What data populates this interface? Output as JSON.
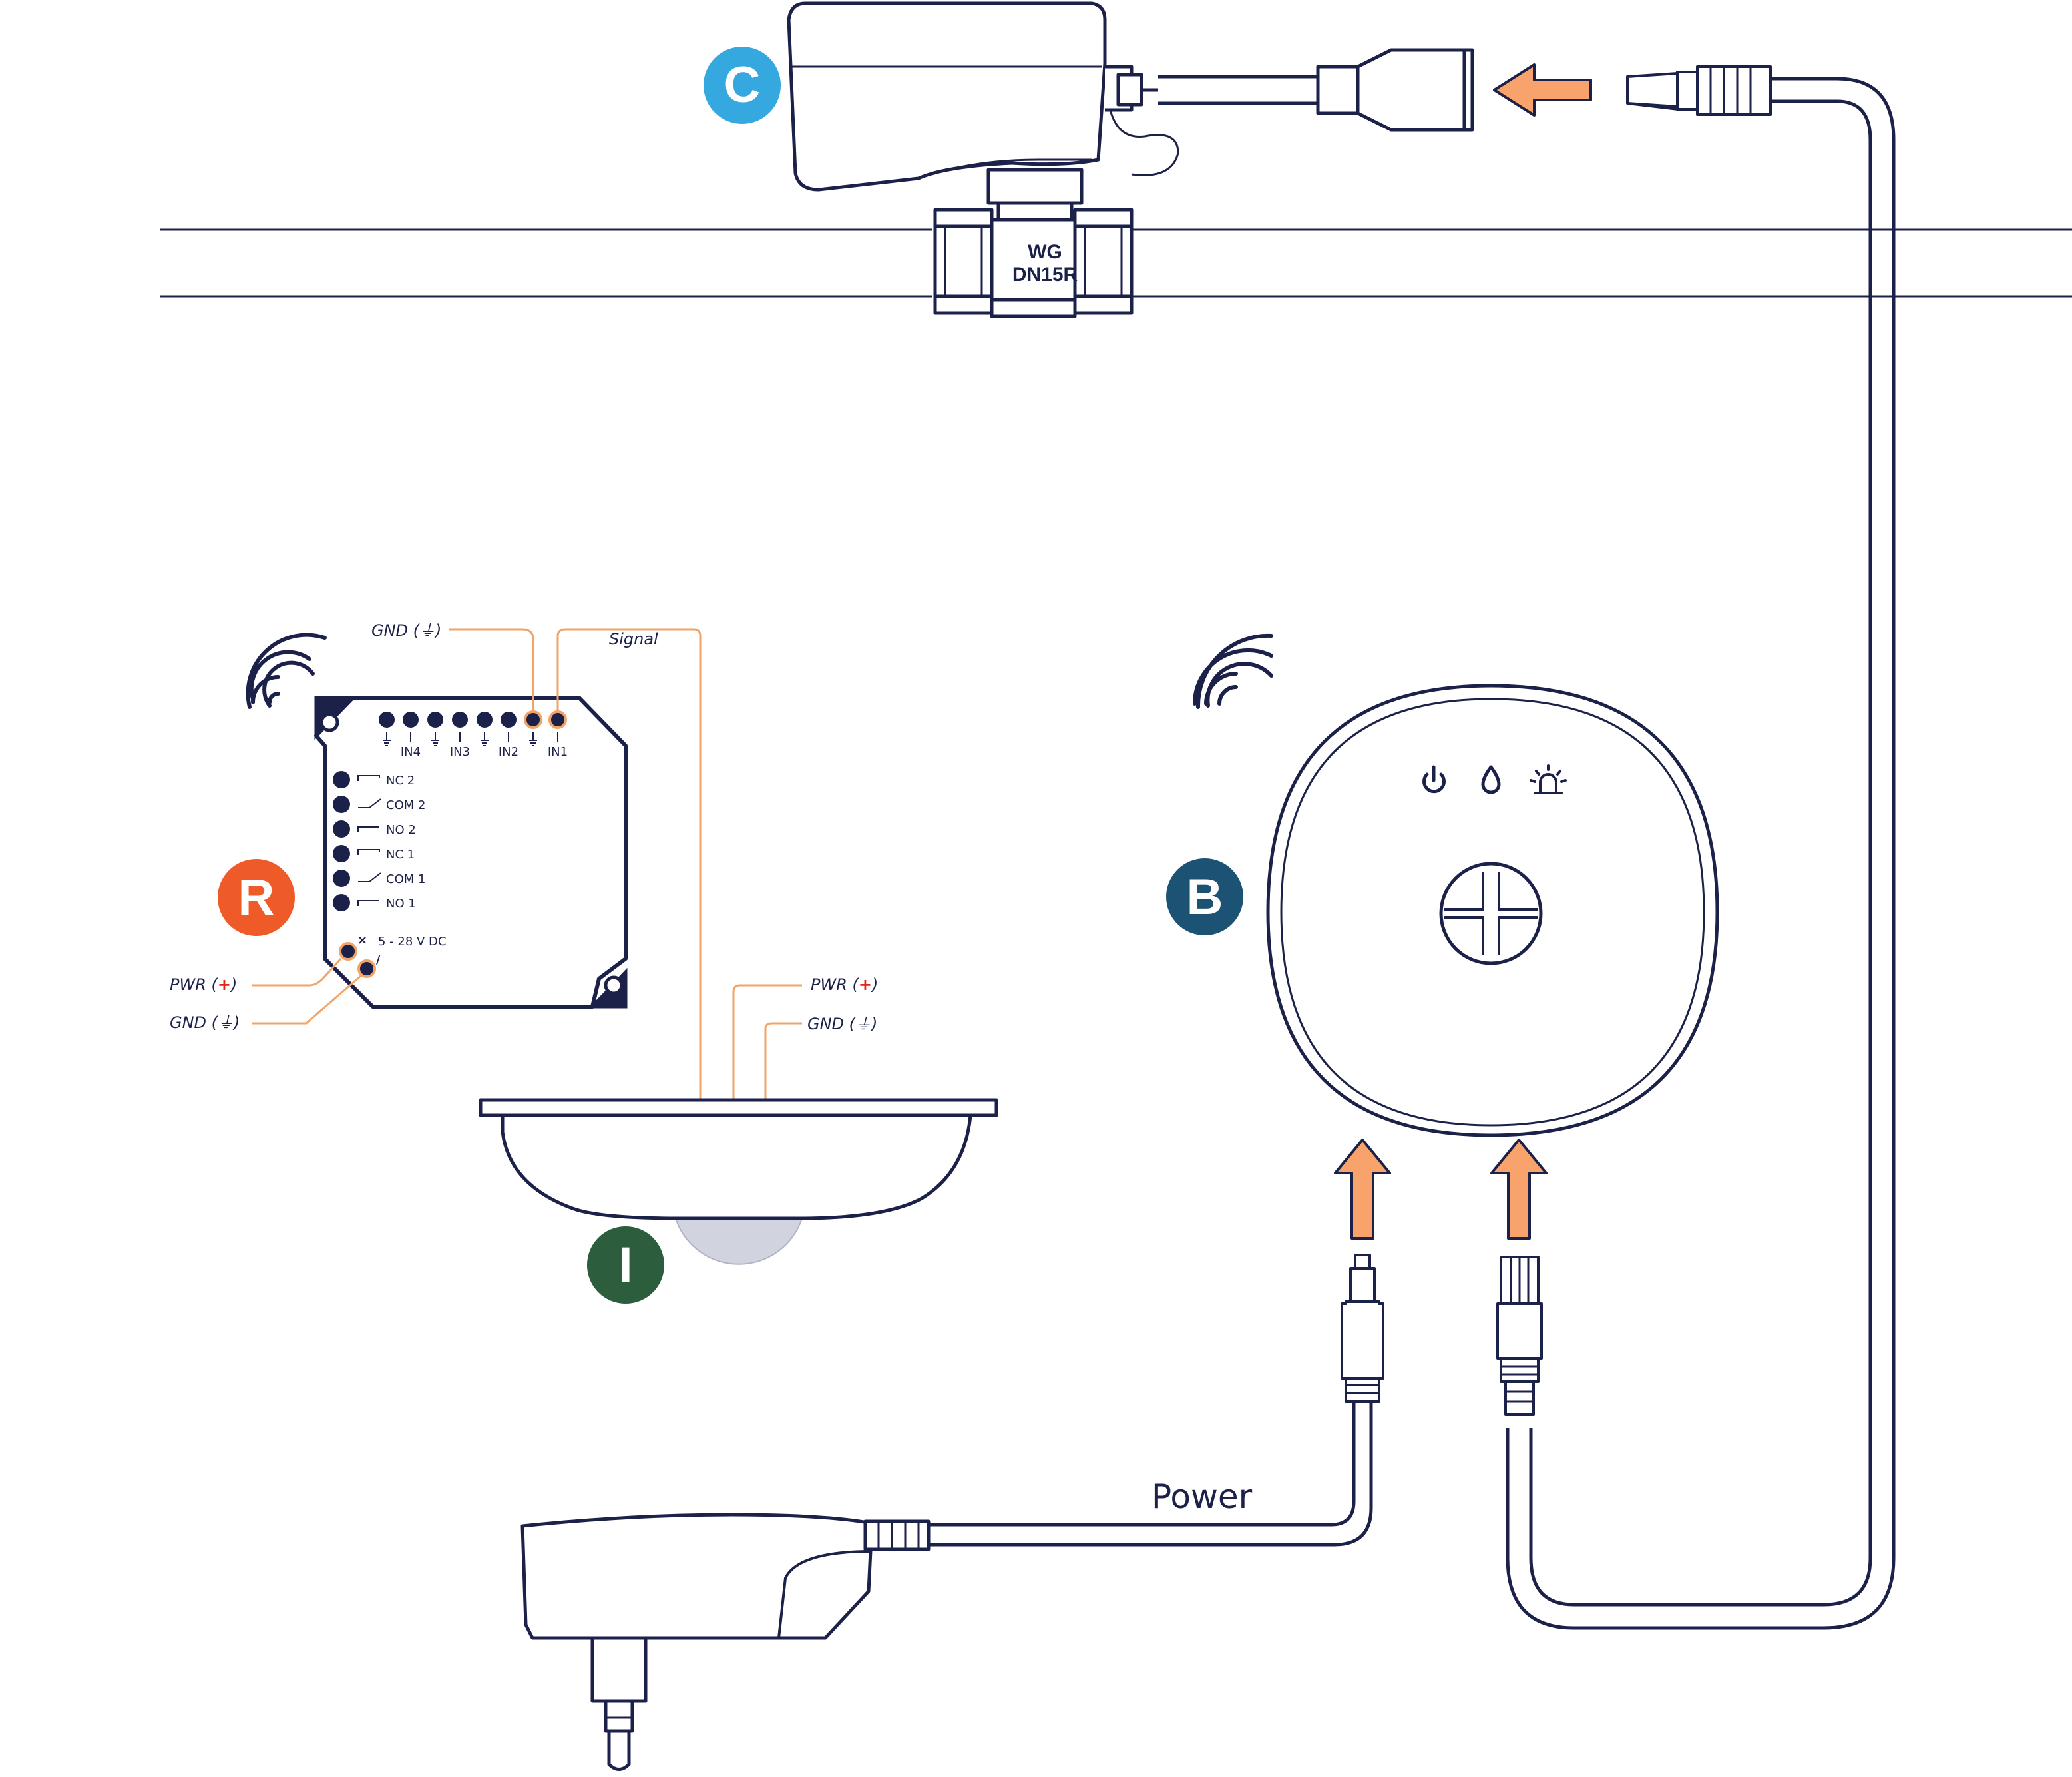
{
  "valve": {
    "model_line1": "WG",
    "model_line2": "DN15R"
  },
  "badges": {
    "c": "C",
    "r": "R",
    "b": "B",
    "i": "I"
  },
  "relay": {
    "inputs_top": [
      "IN4",
      "IN3",
      "IN2",
      "IN1"
    ],
    "outputs": [
      "NC 2",
      "COM 2",
      "NO 2",
      "NC 1",
      "COM 1",
      "NO 1"
    ],
    "voltage": "5 - 28 V DC",
    "ext_gnd": "GND (⏚)",
    "ext_signal": "Signal",
    "pwr_label": "PWR (",
    "pwr_plus": "+",
    "pwr_close": ")",
    "gnd_label": "GND (⏚)",
    "pwr_marker": "×",
    "gnd_marker": "/"
  },
  "sensor": {
    "pwr_label": "PWR (",
    "pwr_plus": "+",
    "pwr_close": ")",
    "gnd_label": "GND (⏚)"
  },
  "cable": {
    "power_label": "Power"
  },
  "colors": {
    "navy": "#1b2148",
    "orange_arrow": "#f7a36b",
    "orange_line": "#f2a366",
    "badge_c": "#35a8e0",
    "badge_r": "#ef5a29",
    "badge_b": "#1c5273",
    "badge_i": "#2c5e3d",
    "plus_red": "#e2231a",
    "lens_gray": "#d1d3de"
  },
  "icons": {
    "wifi_relay": "wifi-icon",
    "wifi_hub": "wifi-icon",
    "power": "power-icon",
    "water": "water-drop-icon",
    "alarm": "alarm-light-icon",
    "button": "cross-button-icon"
  }
}
